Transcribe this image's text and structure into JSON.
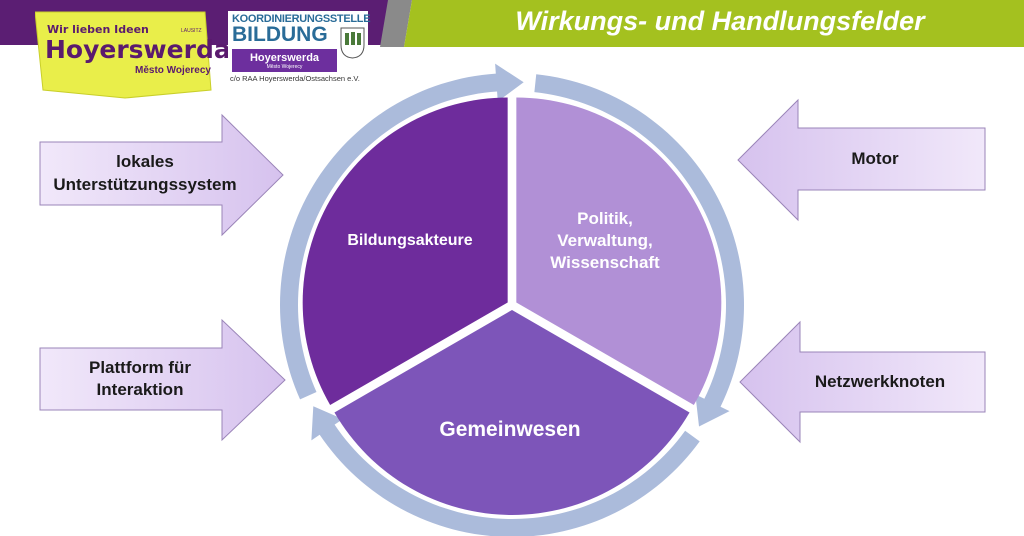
{
  "header": {
    "title": "Wirkungs- und Handlungsfelder",
    "colors": {
      "purple": "#5b1e73",
      "green": "#a4c11f",
      "gray": "#8a8a8a"
    }
  },
  "logo_hoyerswerda": {
    "line1": "Wir lieben Ideen",
    "name": "Hoyerswerda",
    "sub": "Město Wojerecy",
    "region": "LAUSITZ"
  },
  "logo_koordinierung": {
    "line1": "KOORDINIERUNGSSTELLE",
    "line2": "BILDUNG",
    "name": "Hoyerswerda",
    "sub": "Město Wojerecy",
    "footer": "c/o RAA Hoyerswerda/Ostsachsen e.V."
  },
  "cycle": {
    "segments": [
      {
        "label": "Bildungsakteure",
        "color": "#6e2c9c"
      },
      {
        "label": "Politik, Verwaltung, Wissenschaft",
        "color": "#b190d6"
      },
      {
        "label": "Gemeinwesen",
        "color": "#7d55b9"
      }
    ],
    "ring_color": "#abbbdb"
  },
  "inputs_left": [
    "lokales Unterstützungssystem",
    "Plattform für Interaktion"
  ],
  "roles_right": [
    "Motor",
    "Netzwerkknoten"
  ]
}
